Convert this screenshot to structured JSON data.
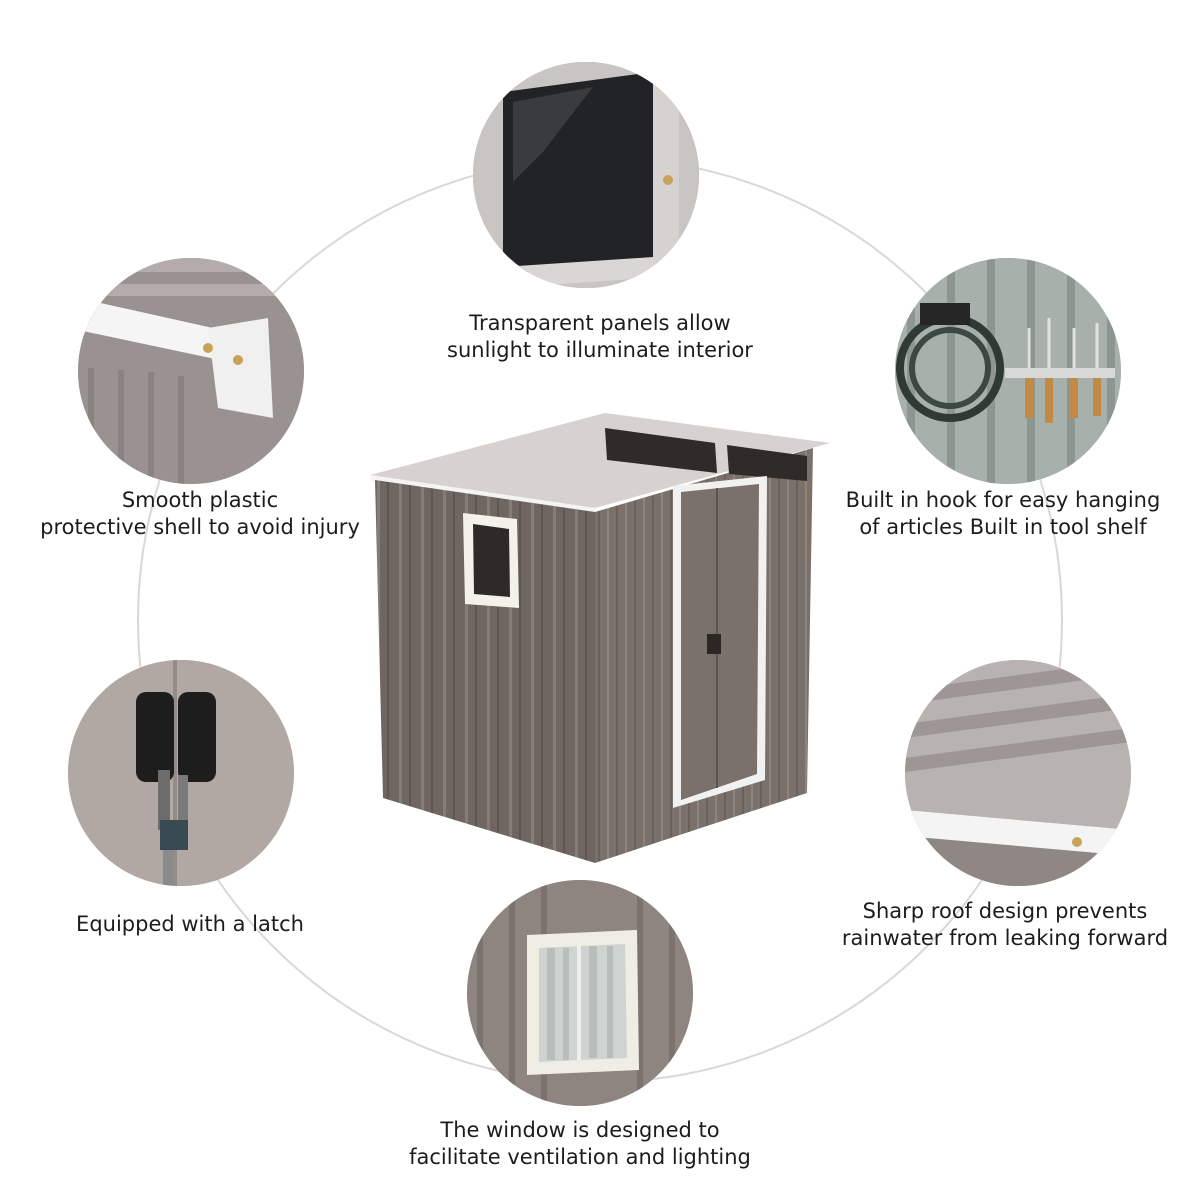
{
  "features": {
    "top": {
      "line1": "Transparent panels allow",
      "line2": "sunlight to illuminate interior",
      "icon": "transparent-panel"
    },
    "left_upper": {
      "line1": "Smooth plastic",
      "line2": "protective shell to avoid injury",
      "icon": "plastic-edge"
    },
    "right_upper": {
      "line1": "Built in hook for easy hanging",
      "line2": "of articles Built in tool shelf",
      "icon": "hook-and-tool-shelf"
    },
    "left_lower": {
      "line1": "Equipped with a latch",
      "icon": "door-latch"
    },
    "right_lower": {
      "line1": "Sharp roof design prevents",
      "line2": "rainwater from leaking forward",
      "icon": "corrugated-roof"
    },
    "bottom": {
      "line1": "The window is designed to",
      "line2": "facilitate ventilation and lighting",
      "icon": "window"
    }
  },
  "colors": {
    "shed_wall": "#6e6560",
    "shed_trim": "#f2f2f2",
    "ring_line": "#d8d8d8",
    "text": "#1c1c1c"
  }
}
